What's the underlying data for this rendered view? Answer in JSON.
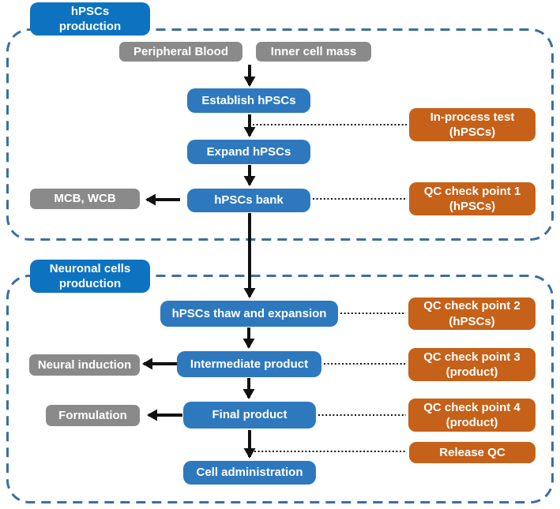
{
  "colors": {
    "label_blue": "#0d73c1",
    "process_blue": "#2e79bd",
    "gray": "#8a8a8a",
    "orange": "#c6611a",
    "border_blue": "#3a6fa3",
    "arrow_black": "#111111",
    "text_white": "#ffffff",
    "background": "#ffffff"
  },
  "sections": {
    "hpscs": {
      "label": "hPSCs\nproduction"
    },
    "neuronal": {
      "label": "Neuronal cells\nproduction"
    }
  },
  "nodes": {
    "peripheral_blood": "Peripheral Blood",
    "inner_cell_mass": "Inner cell mass",
    "establish_hpscs": "Establish hPSCs",
    "in_process_test": "In-process test\n(hPSCs)",
    "expand_hpscs": "Expand hPSCs",
    "hpscs_bank": "hPSCs bank",
    "mcb_wcb": "MCB, WCB",
    "qc1": "QC check point 1\n(hPSCs)",
    "hpscs_thaw": "hPSCs thaw and expansion",
    "qc2": "QC check point 2\n(hPSCs)",
    "intermediate_product": "Intermediate product",
    "neural_induction": "Neural induction",
    "qc3": "QC check point 3\n(product)",
    "final_product": "Final product",
    "formulation": "Formulation",
    "qc4": "QC check point 4\n(product)",
    "release_qc": "Release QC",
    "cell_administration": "Cell administration"
  }
}
